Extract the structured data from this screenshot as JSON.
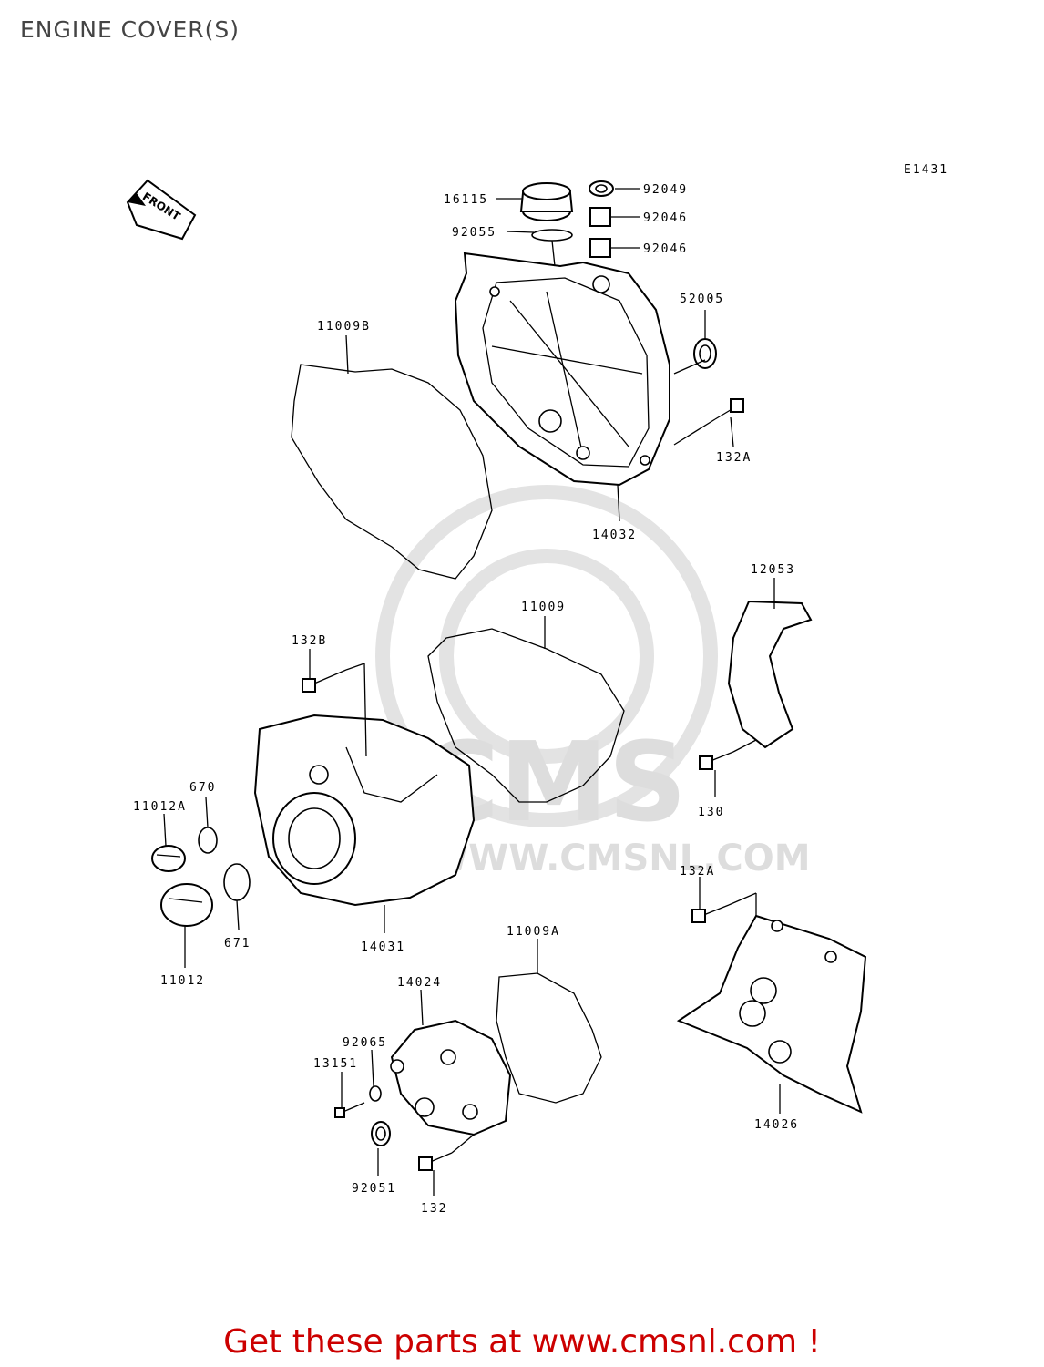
{
  "title": "ENGINE COVER(S)",
  "diagram_code": "E1431",
  "front_label": "FRONT",
  "watermark": {
    "brand": "CMS",
    "url": "WWW.CMSNL.COM"
  },
  "parts": [
    {
      "id": "p16115",
      "label": "16115"
    },
    {
      "id": "p92049",
      "label": "92049"
    },
    {
      "id": "p92046a",
      "label": "92046"
    },
    {
      "id": "p92055",
      "label": "92055"
    },
    {
      "id": "p92046b",
      "label": "92046"
    },
    {
      "id": "p52005",
      "label": "52005"
    },
    {
      "id": "p11009B",
      "label": "11009B"
    },
    {
      "id": "p132A_1",
      "label": "132A"
    },
    {
      "id": "p14032",
      "label": "14032"
    },
    {
      "id": "p12053",
      "label": "12053"
    },
    {
      "id": "p11009",
      "label": "11009"
    },
    {
      "id": "p132B",
      "label": "132B"
    },
    {
      "id": "p670",
      "label": "670"
    },
    {
      "id": "p11012A",
      "label": "11012A"
    },
    {
      "id": "p130",
      "label": "130"
    },
    {
      "id": "p132A_2",
      "label": "132A"
    },
    {
      "id": "p671",
      "label": "671"
    },
    {
      "id": "p14031",
      "label": "14031"
    },
    {
      "id": "p11009A",
      "label": "11009A"
    },
    {
      "id": "p11012",
      "label": "11012"
    },
    {
      "id": "p14024",
      "label": "14024"
    },
    {
      "id": "p92065",
      "label": "92065"
    },
    {
      "id": "p13151",
      "label": "13151"
    },
    {
      "id": "p14026",
      "label": "14026"
    },
    {
      "id": "p92051",
      "label": "92051"
    },
    {
      "id": "p132",
      "label": "132"
    }
  ],
  "footer": "Get these parts at www.cmsnl.com !"
}
